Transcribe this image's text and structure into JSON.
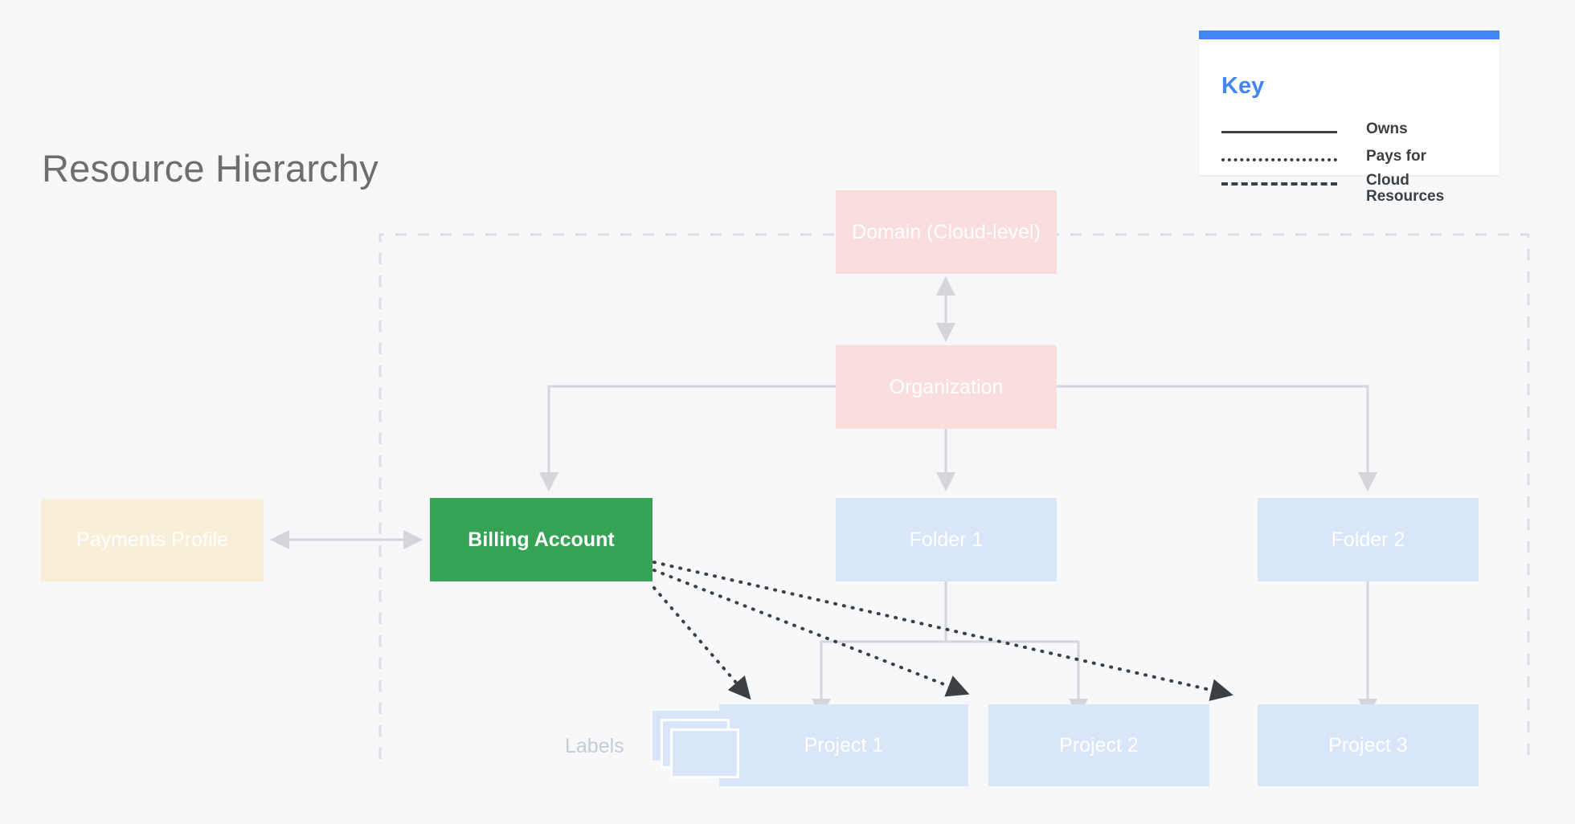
{
  "page": {
    "title": "Resource Hierarchy",
    "background_color": "#f7f8fa"
  },
  "colors": {
    "accent_blue": "#4285f4",
    "pink_node": "#f9dedd",
    "blue_node": "#d9e5f9",
    "green_node": "#34a353",
    "cream_node": "#f9eed8",
    "edge_gray": "#d4d6d9",
    "dotted_black": "#3c4043",
    "title_gray": "#6e6e6e",
    "labels_gray": "#c9ccd1"
  },
  "key": {
    "title": "Key",
    "rows": [
      {
        "style": "solid",
        "label": "Owns"
      },
      {
        "style": "dotted",
        "label": "Pays for"
      },
      {
        "style": "dashed",
        "label": "Cloud Resources"
      }
    ]
  },
  "nodes": {
    "domain": {
      "label": "Domain (Cloud-level)"
    },
    "organization": {
      "label": "Organization"
    },
    "payments_profile": {
      "label": "Payments Profile"
    },
    "billing_account": {
      "label": "Billing Account"
    },
    "folder1": {
      "label": "Folder 1"
    },
    "folder2": {
      "label": "Folder 2"
    },
    "project1": {
      "label": "Project 1"
    },
    "project2": {
      "label": "Project 2"
    },
    "project3": {
      "label": "Project 3"
    },
    "labels": {
      "label": "Labels"
    }
  },
  "edges": [
    {
      "from": "domain",
      "to": "organization",
      "style": "solid",
      "direction": "both"
    },
    {
      "from": "organization",
      "to": "billing_account",
      "style": "solid",
      "direction": "to"
    },
    {
      "from": "organization",
      "to": "folder1",
      "style": "solid",
      "direction": "to"
    },
    {
      "from": "organization",
      "to": "folder2",
      "style": "solid",
      "direction": "to"
    },
    {
      "from": "payments_profile",
      "to": "billing_account",
      "style": "solid",
      "direction": "both"
    },
    {
      "from": "folder1",
      "to": "project1",
      "style": "solid",
      "direction": "to"
    },
    {
      "from": "folder1",
      "to": "project2",
      "style": "solid",
      "direction": "to"
    },
    {
      "from": "folder2",
      "to": "project3",
      "style": "solid",
      "direction": "to"
    },
    {
      "from": "billing_account",
      "to": "project1",
      "style": "dotted",
      "direction": "to"
    },
    {
      "from": "billing_account",
      "to": "project2",
      "style": "dotted",
      "direction": "to"
    },
    {
      "from": "billing_account",
      "to": "project3",
      "style": "dotted",
      "direction": "to"
    }
  ],
  "cloud_resources_boundary": {
    "style": "dashed",
    "note": "Cloud Resources"
  }
}
